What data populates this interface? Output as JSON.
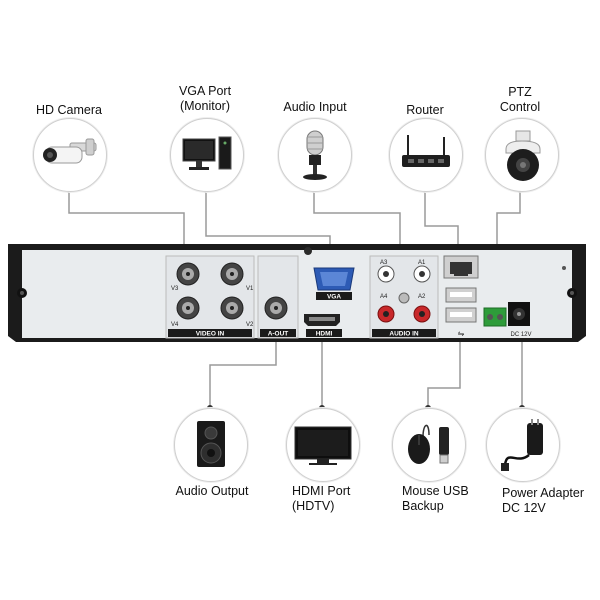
{
  "top_devices": [
    {
      "id": "hd-camera",
      "label": "HD Camera",
      "icon": "camera-icon"
    },
    {
      "id": "vga-port",
      "label": "VGA Port\n(Monitor)",
      "icon": "monitor-icon"
    },
    {
      "id": "audio-input",
      "label": "Audio Input",
      "icon": "microphone-icon"
    },
    {
      "id": "router",
      "label": "Router",
      "icon": "router-icon"
    },
    {
      "id": "ptz",
      "label": "PTZ\nControl",
      "icon": "ptz-camera-icon"
    }
  ],
  "bottom_devices": [
    {
      "id": "audio-output",
      "label": "Audio Output",
      "icon": "speaker-icon"
    },
    {
      "id": "hdmi-port",
      "label": "HDMI Port\n(HDTV)",
      "icon": "tv-icon"
    },
    {
      "id": "mouse-usb",
      "label": "Mouse USB\nBackup",
      "icon": "mouse-usb-icon"
    },
    {
      "id": "power-adapter",
      "label": "Power Adapter\nDC 12V",
      "icon": "power-adapter-icon"
    }
  ],
  "panel": {
    "video_in_label": "VIDEO IN",
    "video_channels": [
      "V3",
      "V1",
      "V4",
      "V2"
    ],
    "aout_label": "A-OUT",
    "vga_label": "VGA",
    "hdmi_label": "HDMI",
    "audio_channels": [
      "A3",
      "A1",
      "A4",
      "A2"
    ],
    "audio_in_label": "AUDIO IN",
    "usb_symbol": "⇋",
    "dc_label": "DC 12V"
  },
  "colors": {
    "chassis": "#1b1b1b",
    "panel": "#e9ecee",
    "wire": "#8a8a8a",
    "terminal": "#2e9c3a"
  }
}
